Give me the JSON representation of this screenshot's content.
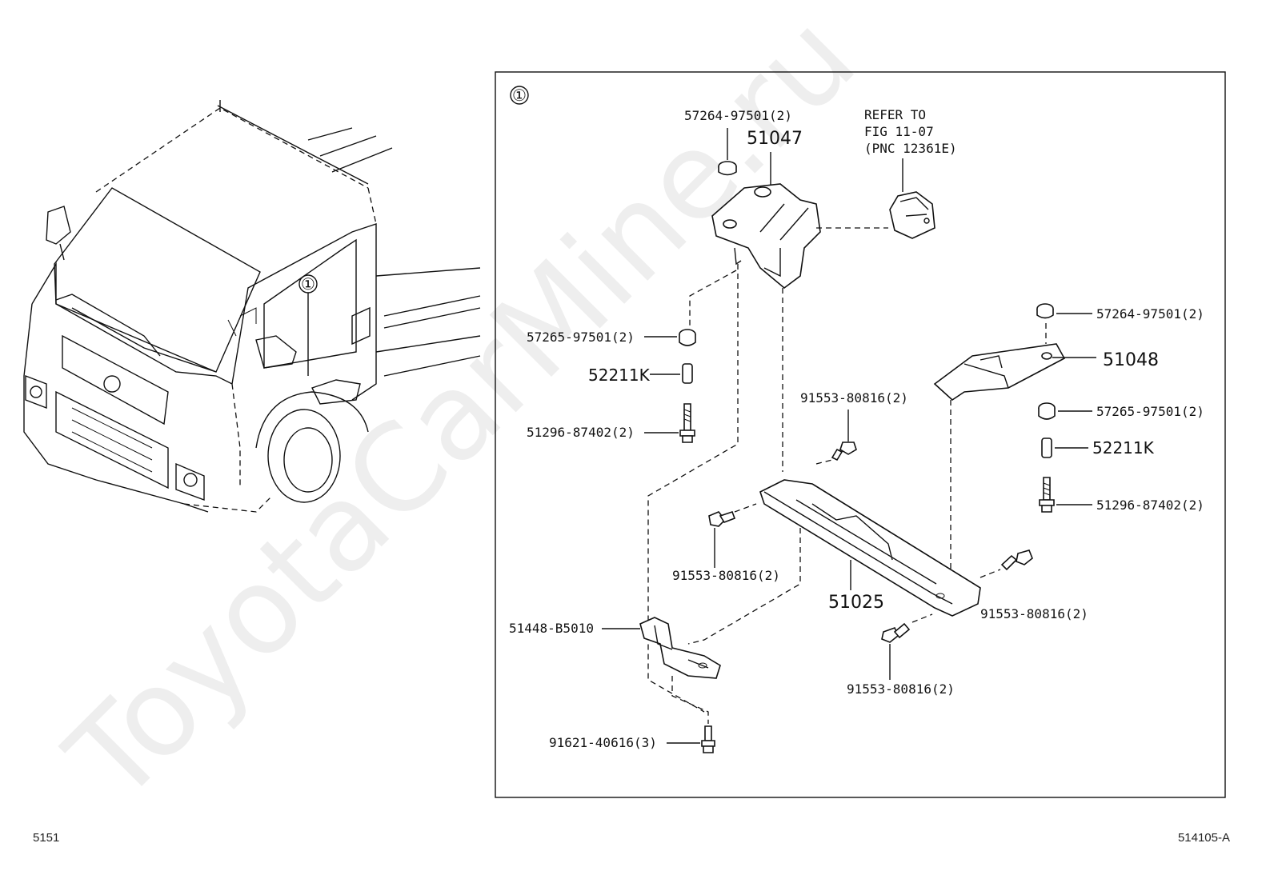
{
  "watermark": "ToyotaCarMine.ru",
  "callout_marker": "①",
  "inset_marker": "①",
  "note": {
    "line1": "REFER TO",
    "line2": "FIG 11-07",
    "line3": "(PNC 12361E)"
  },
  "parts": {
    "p51047": "51047",
    "p51048": "51048",
    "p51025": "51025",
    "p52211K_left": "52211K",
    "p52211K_right": "52211K",
    "p57264_top": "57264-97501(2)",
    "p57264_right": "57264-97501(2)",
    "p57265_left": "57265-97501(2)",
    "p57265_right": "57265-97501(2)",
    "p51296_left": "51296-87402(2)",
    "p51296_right": "51296-87402(2)",
    "p91553_top": "91553-80816(2)",
    "p91553_left": "91553-80816(2)",
    "p91553_right": "91553-80816(2)",
    "p91553_bottom": "91553-80816(2)",
    "p51448": "51448-B5010",
    "p91621": "91621-40616(3)"
  },
  "footer": {
    "left": "5151",
    "right": "514105-A"
  }
}
